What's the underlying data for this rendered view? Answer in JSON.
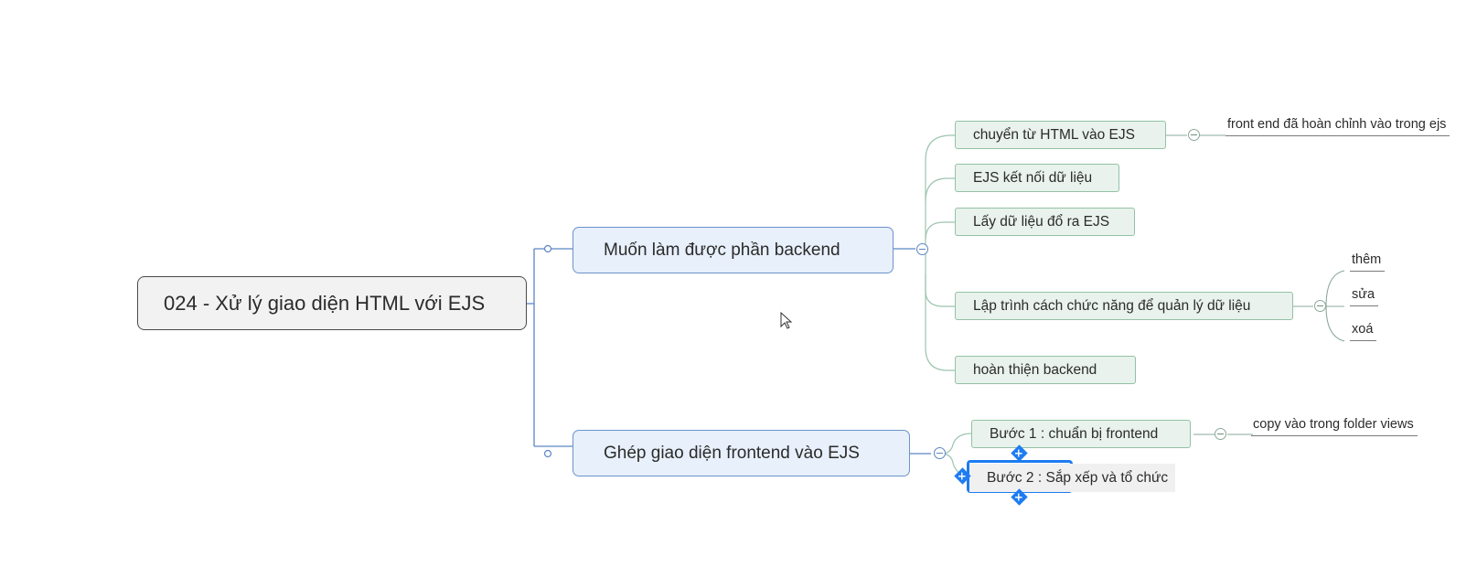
{
  "mindmap": {
    "root": {
      "label": "024 - Xử lý giao diện HTML với EJS"
    },
    "branches": [
      {
        "label": "Muốn làm được phần backend",
        "children": [
          {
            "label": "chuyển từ HTML vào EJS",
            "notes": [
              "front end đã hoàn chỉnh vào trong ejs"
            ]
          },
          {
            "label": "EJS kết nối dữ liệu"
          },
          {
            "label": "Lấy dữ liệu đổ ra EJS"
          },
          {
            "label": "Lập trình cách chức năng để quản lý dữ liệu",
            "notes": [
              "thêm",
              "sửa",
              "xoá"
            ]
          },
          {
            "label": "hoàn thiện backend"
          }
        ]
      },
      {
        "label": "Ghép giao diện frontend vào EJS",
        "children": [
          {
            "label": "Bước 1 : chuẩn bị frontend",
            "notes": [
              "copy vào trong folder views"
            ]
          },
          {
            "label": "Bước 2 : Sắp xếp và tổ chức",
            "selected": true
          }
        ]
      }
    ],
    "colors": {
      "root_border": "#4a4a4a",
      "main_fill": "#e8f0fb",
      "main_border": "#6b93cc",
      "sub_fill": "#e9f2ec",
      "sub_border": "#93c1a6",
      "selection": "#1e7cf2"
    }
  },
  "icons": {
    "collapse": "minus-circle-icon",
    "add": "plus-icon",
    "cursor": "mouse-pointer-icon"
  },
  "glyphs": {
    "plus": "+"
  }
}
